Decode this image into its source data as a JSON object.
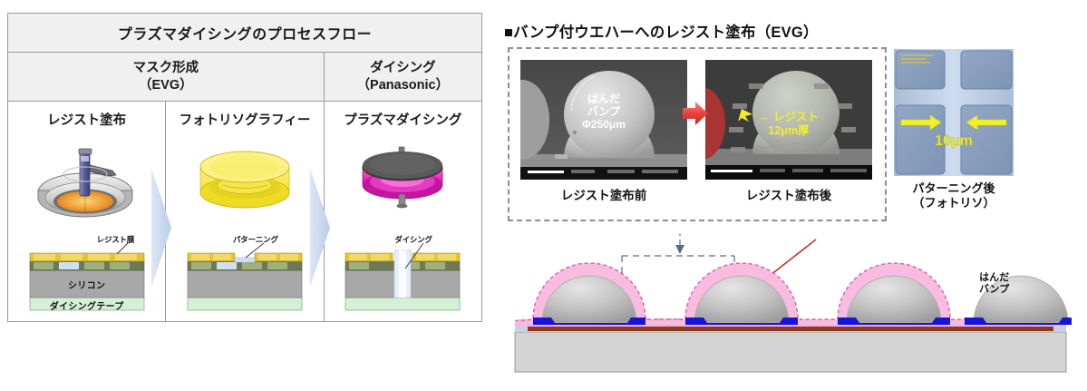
{
  "left_panel": {
    "title": "プラズマダイシングのプロセスフロー",
    "group_headers": [
      {
        "line1": "マスク形成",
        "line2": "（EVG）"
      },
      {
        "line1": "ダイシング",
        "line2": "（Panasonic）"
      }
    ],
    "steps": [
      {
        "header": "レジスト塗布",
        "equipment": "spin-coater-icon",
        "callout": "レジスト膜",
        "stack_labels": [
          "シリコン",
          "ダイシングテープ"
        ]
      },
      {
        "header": "フォトリソグラフィー",
        "equipment": "lithography-tool-icon",
        "callout": "パターニング",
        "stack_labels": []
      },
      {
        "header": "プラズマダイシング",
        "equipment": "plasma-dicer-icon",
        "callout": "ダイシング",
        "stack_labels": []
      }
    ]
  },
  "right_panel": {
    "bullet": "■",
    "title": "バンプ付ウエハーへのレジスト塗布（EVG）",
    "photos": [
      {
        "caption": "レジスト塗布前",
        "overlay_lines": [
          "はんだ",
          "バンプ",
          "Φ250μm"
        ],
        "overlay_color": "#ffffff"
      },
      {
        "caption": "レジスト塗布後",
        "overlay_lines": [
          "← レジスト",
          "12μm厚"
        ],
        "overlay_color": "#f2ef2a"
      }
    ],
    "transition_arrow": "red-arrow-icon",
    "micrograph": {
      "measurement": "10μm",
      "arrow_color": "#f2ef2a",
      "caption_line1": "パターニング後",
      "caption_line2": "（フォトリソ）"
    },
    "cross_section": {
      "bump_label_line1": "はんだ",
      "bump_label_line2": "バンプ",
      "resist_color": "#f7b8dd",
      "bump_color": "#b9b9b9",
      "pad_color": "#1515d8",
      "trace_color": "#8a3a20",
      "substrate_color": "#d4d4d4"
    }
  },
  "colors": {
    "header_bg": "#f0f0f0",
    "border": "#9a9a9a",
    "chevron": "#cfdcf0",
    "resist_yellow": "#e3c432",
    "silicon_gray": "#a8a8a8",
    "tape_green": "#d5f0d5",
    "accent_red": "#e8413c"
  }
}
